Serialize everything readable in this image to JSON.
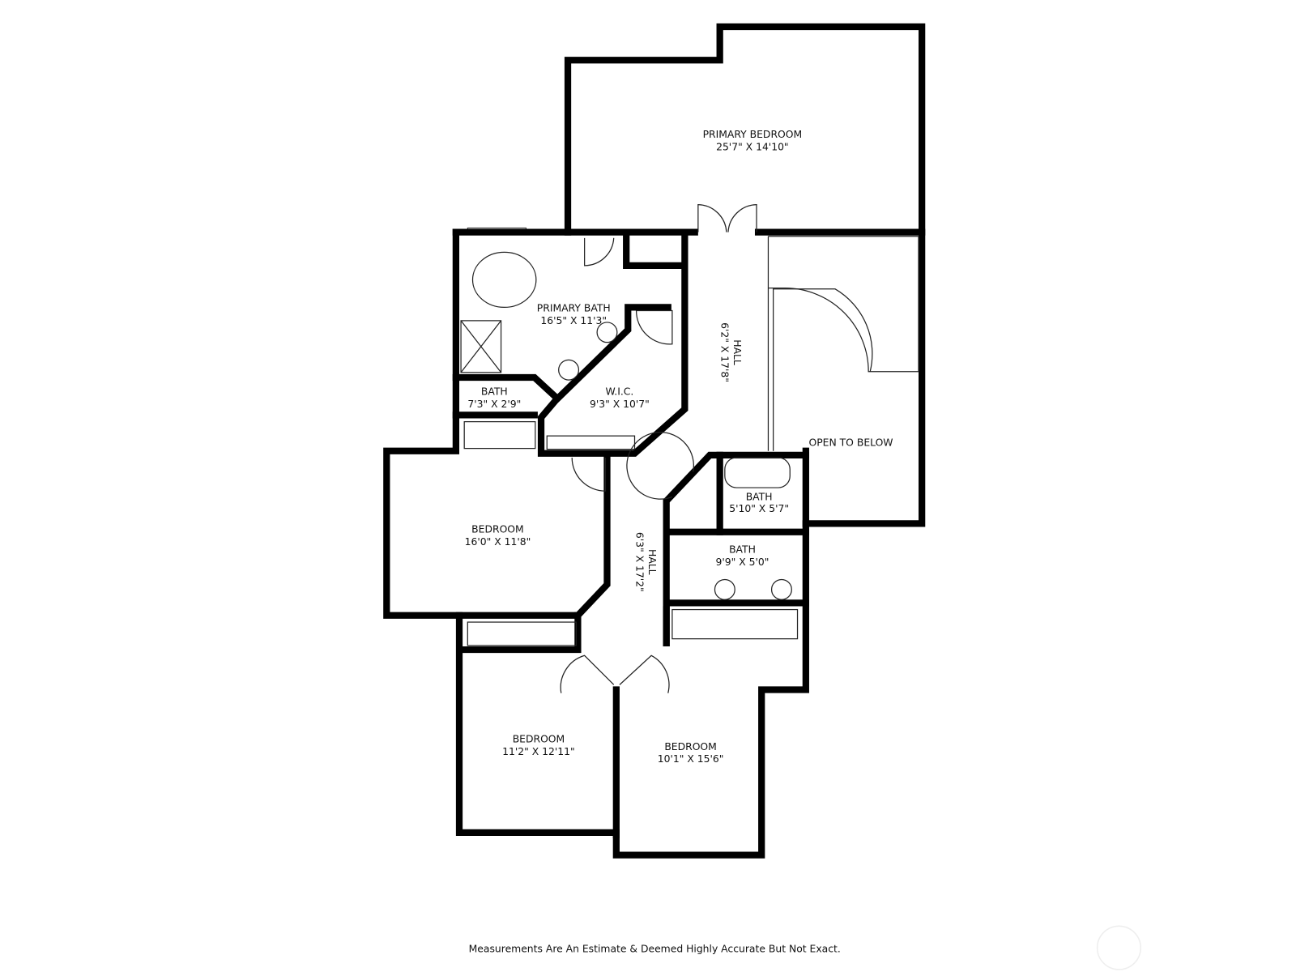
{
  "rooms": [
    {
      "name": "PRIMARY BEDROOM",
      "size": "25'7\" X 14'10\""
    },
    {
      "name": "PRIMARY BATH",
      "size": "16'5\" X 11'3\""
    },
    {
      "name": "BATH",
      "size": "7'3\" X 2'9\""
    },
    {
      "name": "W.I.C.",
      "size": "9'3\" X 10'7\""
    },
    {
      "name": "HALL",
      "size": "6'2\" X 17'8\""
    },
    {
      "name": "OPEN TO BELOW",
      "size": ""
    },
    {
      "name": "BEDROOM",
      "size": "16'0\" X 11'8\""
    },
    {
      "name": "HALL",
      "size": "6'3\" X 17'2\""
    },
    {
      "name": "BATH",
      "size": "5'10\" X 5'7\""
    },
    {
      "name": "BATH",
      "size": "9'9\" X 5'0\""
    },
    {
      "name": "BEDROOM",
      "size": "11'2\" X 12'11\""
    },
    {
      "name": "BEDROOM",
      "size": "10'1\" X 15'6\""
    }
  ],
  "footer": {
    "disclaimer": "Measurements Are An Estimate & Deemed Highly Accurate But Not Exact."
  },
  "colors": {
    "wall": "#000000",
    "background": "#ffffff"
  }
}
